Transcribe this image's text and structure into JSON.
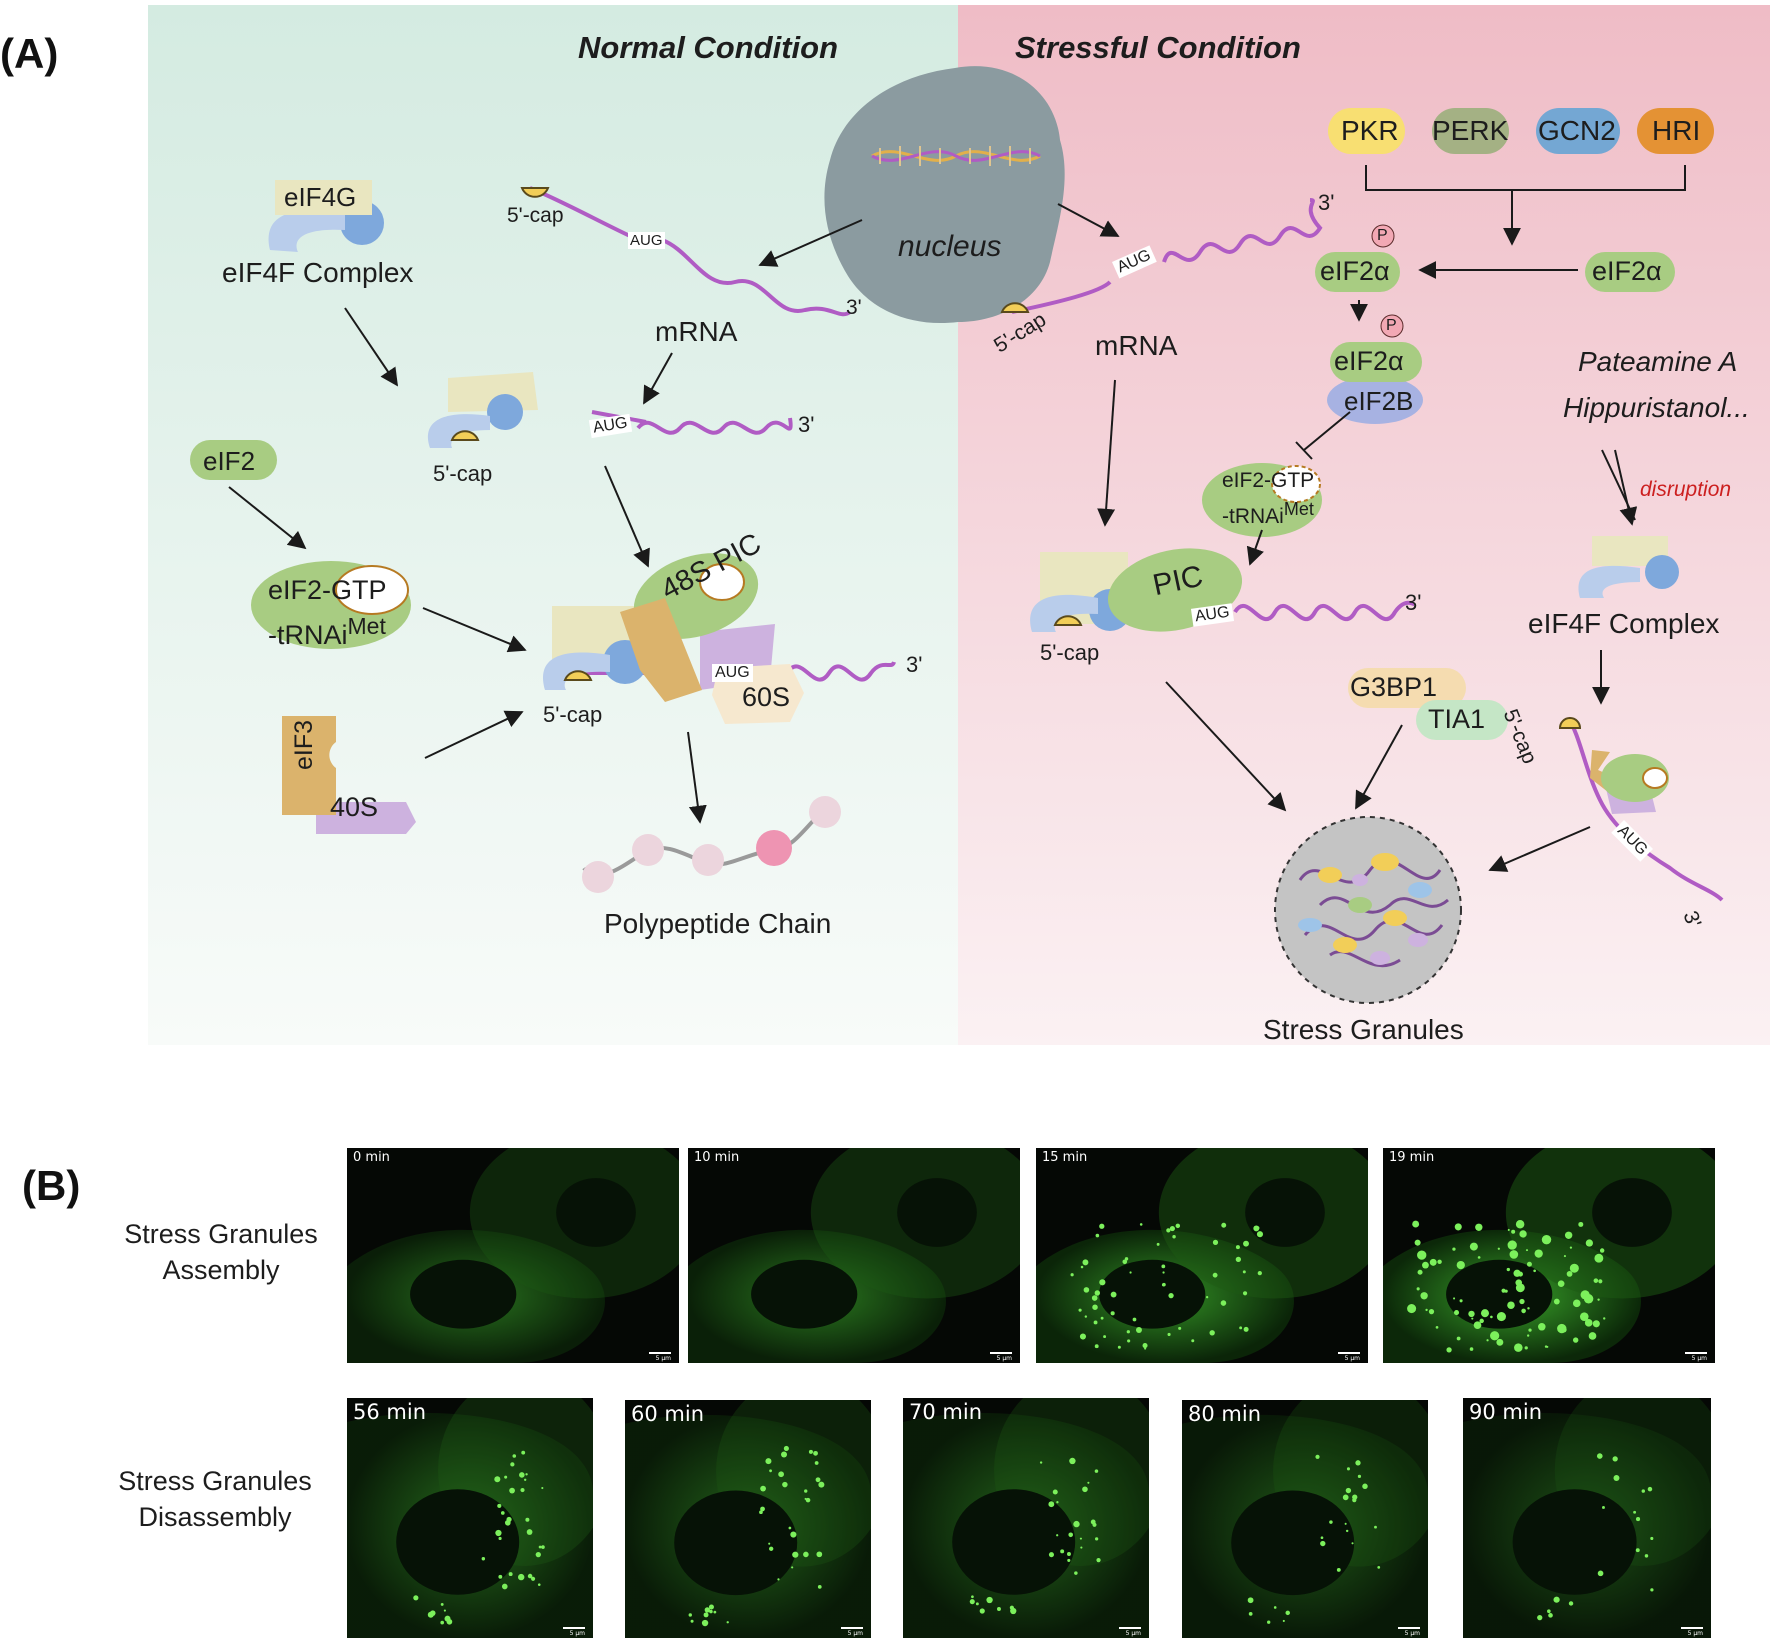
{
  "panel_a": {
    "letter": "(A)",
    "normal": {
      "title": "Normal Condition",
      "eif4g": "eIF4G",
      "eif4f_complex": "eIF4F Complex",
      "cap_mrna": "5'-cap",
      "aug_mrna": "AUG",
      "three_mrna": "3'",
      "mrna": "mRNA",
      "cap_complex": "5'-cap",
      "aug_complex": "AUG",
      "three_complex": "3'",
      "eif2": "eIF2",
      "ternary_main": "eIF2-GTP",
      "ternary_sub": "-tRNAi",
      "ternary_sup": "Met",
      "pic48s": "48S PIC",
      "aug_48s": "AUG",
      "three_48s": "3'",
      "s60": "60S",
      "cap_48s": "5'-cap",
      "eif3": "eIF3",
      "s40": "40S",
      "polypeptide": "Polypeptide Chain"
    },
    "nucleus": "nucleus",
    "stress": {
      "title": "Stressful Condition",
      "kinases": [
        "PKR",
        "PERK",
        "GCN2",
        "HRI"
      ],
      "p1": "P",
      "eif2a_p": "eIF2α",
      "eif2a": "eIF2α",
      "p2": "P",
      "eif2a_p2": "eIF2α",
      "eif2b": "eIF2B",
      "ternary_main": "eIF2-GTP",
      "ternary_sub": "-tRNAi",
      "ternary_sup": "Met",
      "three_mrna": "3'",
      "aug_mrna": "AUG",
      "cap_mrna": "5'-cap",
      "mrna": "mRNA",
      "pic": "PIC",
      "aug_pic": "AUG",
      "three_pic": "3'",
      "cap_pic": "5'-cap",
      "drugs": [
        "Pateamine A",
        "Hippuristanol..."
      ],
      "disruption": "disruption",
      "eif4f_complex": "eIF4F Complex",
      "g3bp1": "G3BP1",
      "tia1": "TIA1",
      "cap_lower": "5'-cap",
      "aug_lower": "AUG",
      "three_lower": "3'",
      "stress_granules": "Stress Granules"
    }
  },
  "panel_b": {
    "letter": "(B)",
    "assembly_label": [
      "Stress Granules",
      "Assembly"
    ],
    "disassembly_label": [
      "Stress Granules",
      "Disassembly"
    ],
    "assembly_times": [
      "0 min",
      "10 min",
      "15 min",
      "19 min"
    ],
    "disassembly_times": [
      "56 min",
      "60 min",
      "70 min",
      "80 min",
      "90 min"
    ],
    "scale_text": "5 μm"
  },
  "colors": {
    "normal_bg": "#dcefe6",
    "stress_bg": "#f1c6ce",
    "mrna": "#b05cc4",
    "pkr": "#f8df72",
    "perk": "#a4b184",
    "gcn2": "#74a7d3",
    "hri": "#e49234",
    "eif_green": "#a8cc82",
    "eif2b": "#a7b2e2",
    "cap": "#f2ce58",
    "disruption": "#cc1f1f",
    "granule_bg": "#c4c4c4"
  }
}
